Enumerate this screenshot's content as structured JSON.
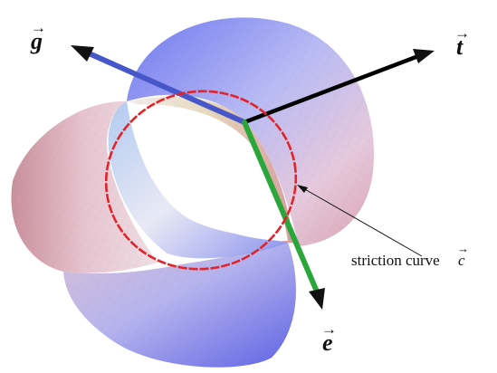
{
  "labels": {
    "g": "g",
    "t": "t",
    "e": "e",
    "striction_text": "striction curve",
    "striction_symbol": "c",
    "arrow_glyph": "→"
  },
  "colors": {
    "g_vector": "#4757c9",
    "t_vector": "#000000",
    "e_vector": "#2aa63a",
    "striction_curve": "#e0242a",
    "surface_blue": "#7d80f2",
    "surface_red": "#d98a92",
    "surface_light": "#e9ecf8"
  }
}
